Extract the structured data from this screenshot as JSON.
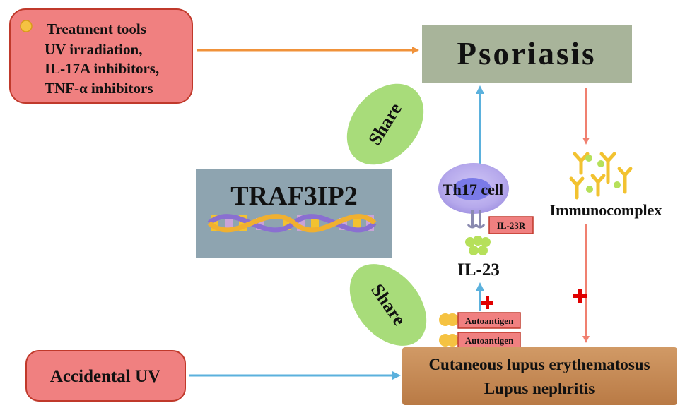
{
  "treatment": {
    "title": "Treatment tools",
    "items": [
      "UV  irradiation,",
      "IL-17A inhibitors,",
      "TNF-α inhibitors"
    ]
  },
  "psoriasis": {
    "label": "Psoriasis"
  },
  "traf": {
    "label": "TRAF3IP2"
  },
  "share": {
    "top": "Share",
    "bottom": "Share"
  },
  "th17": {
    "label": "Th17 cell",
    "receptor": "IL-23R",
    "cytokine": "IL-23"
  },
  "immunocomplex": {
    "label": "Immunocomplex"
  },
  "autoantigen": {
    "labels": [
      "Autoantigen",
      "Autoantigen"
    ]
  },
  "accidental_uv": {
    "label": "Accidental UV"
  },
  "outcomes": {
    "line1": "Cutaneous lupus erythematosus",
    "line2": "Lupus nephritis"
  },
  "colors": {
    "red_box_fill": "#f08080",
    "red_box_stroke": "#c0392b",
    "psoriasis_fill": "#a8b49a",
    "traf_fill": "#8ea4b0",
    "lupus_fill": "#c58a55",
    "share_fill": "#a8dc7a",
    "arrow_orange": "#f0923a",
    "arrow_blue": "#5bb1dd",
    "arrow_salmon": "#f08070",
    "plus_red": "#e00000"
  }
}
